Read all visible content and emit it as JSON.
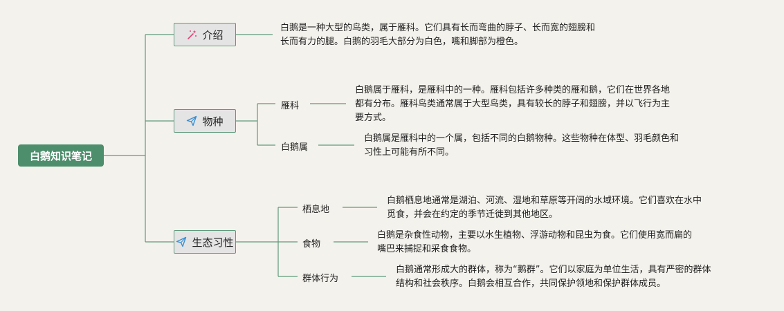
{
  "root": {
    "label": "白鹅知识笔记"
  },
  "topics": [
    {
      "label": "介绍",
      "icon": "sparkle-wand-icon",
      "desc": [
        "白鹅是一种大型的鸟类，属于雁科。它们具有长而弯曲的脖子、长而宽的翅膀和",
        "长而有力的腿。白鹅的羽毛大部分为白色，嘴和脚部为橙色。"
      ]
    },
    {
      "label": "物种",
      "icon": "paper-plane-icon",
      "children": [
        {
          "label": "雁科",
          "desc": [
            "白鹅属于雁科，是雁科中的一种。雁科包括许多种类的雁和鹅，它们在世界各地",
            "都有分布。雁科鸟类通常属于大型鸟类，具有较长的脖子和翅膀，并以飞行为主",
            "要方式。"
          ]
        },
        {
          "label": "白鹅属",
          "desc": [
            "白鹅属是雁科中的一个属，包括不同的白鹅物种。这些物种在体型、羽毛颜色和",
            "习性上可能有所不同。"
          ]
        }
      ]
    },
    {
      "label": "生态习性",
      "icon": "paper-plane-icon",
      "children": [
        {
          "label": "栖息地",
          "desc": [
            "白鹅栖息地通常是湖泊、河流、湿地和草原等开阔的水域环境。它们喜欢在水中",
            "觅食，并会在约定的季节迁徙到其他地区。"
          ]
        },
        {
          "label": "食物",
          "desc": [
            "白鹅是杂食性动物，主要以水生植物、浮游动物和昆虫为食。它们使用宽而扁的",
            "嘴巴来捕捉和采食食物。"
          ]
        },
        {
          "label": "群体行为",
          "desc": [
            "白鹅通常形成大的群体，称为“鹅群”。它们以家庭为单位生活，具有严密的群体",
            "结构和社会秩序。白鹅会相互合作，共同保护领地和保护群体成员。"
          ]
        }
      ]
    }
  ],
  "colors": {
    "line": "#5e9a7c",
    "root_fill": "#4d8e6c",
    "topic_fill": "#e4e4e4",
    "sparkle": "#e0447a",
    "plane": "#3b8fd0"
  }
}
